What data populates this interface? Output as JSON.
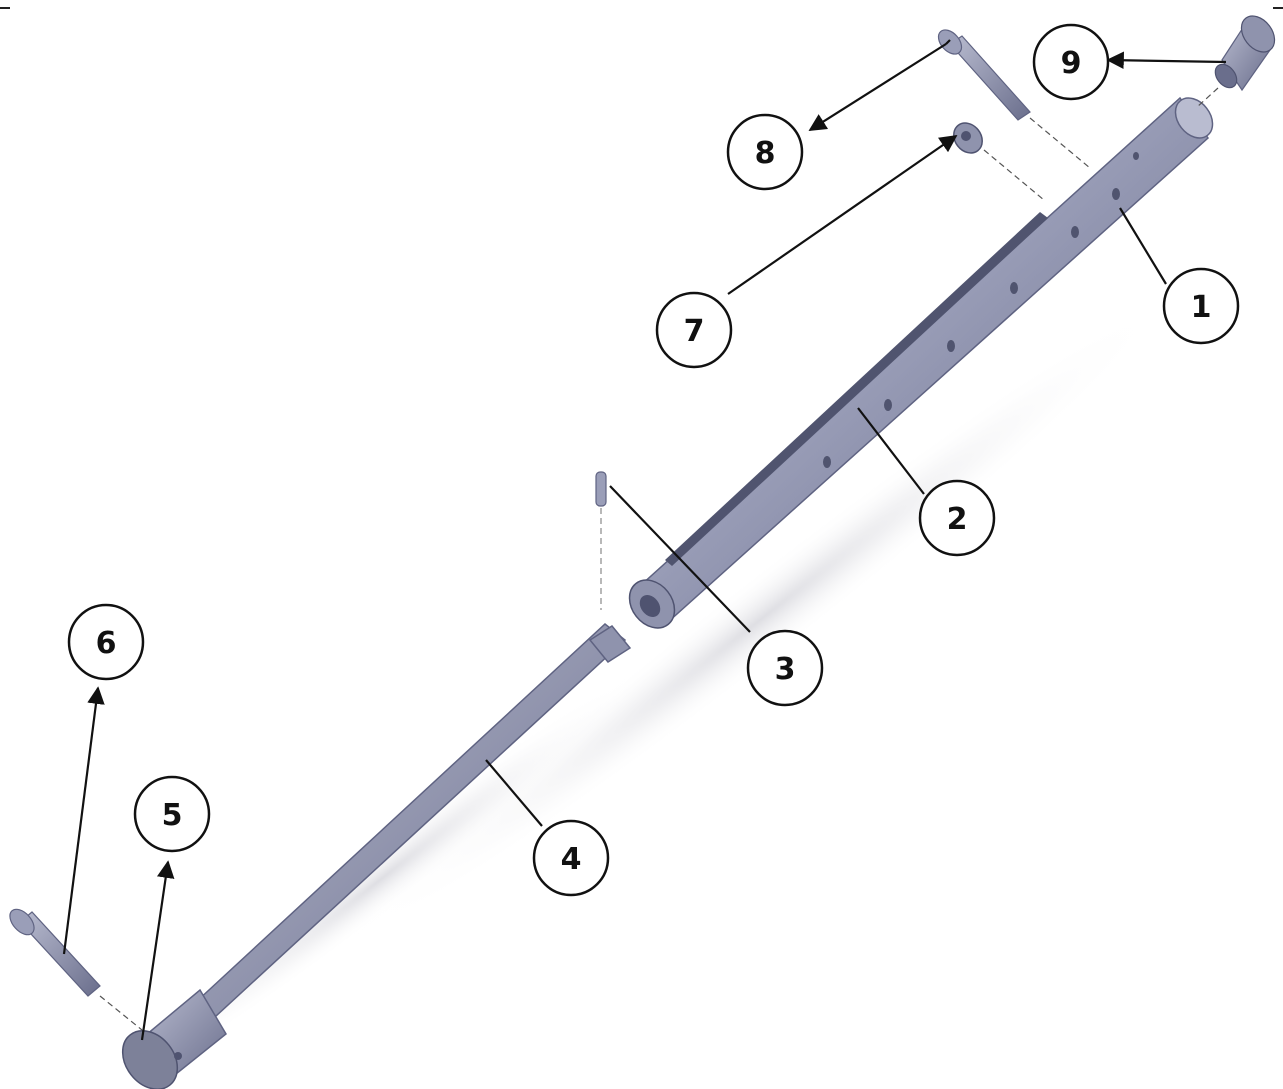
{
  "diagram": {
    "callouts": [
      {
        "id": "1",
        "label": "1"
      },
      {
        "id": "2",
        "label": "2"
      },
      {
        "id": "3",
        "label": "3"
      },
      {
        "id": "4",
        "label": "4"
      },
      {
        "id": "5",
        "label": "5"
      },
      {
        "id": "6",
        "label": "6"
      },
      {
        "id": "7",
        "label": "7"
      },
      {
        "id": "8",
        "label": "8"
      },
      {
        "id": "9",
        "label": "9"
      }
    ],
    "colors": {
      "part_body": "#8f93ad",
      "part_highlight": "#c9cbdc",
      "part_shadow": "#5f6382",
      "leader_line": "#111111",
      "callout_stroke": "#111111",
      "background": "#ffffff"
    }
  }
}
